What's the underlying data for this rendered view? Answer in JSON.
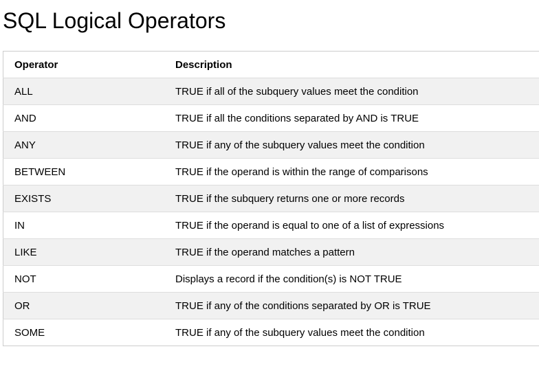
{
  "page": {
    "title": "SQL Logical Operators"
  },
  "table": {
    "headers": {
      "operator": "Operator",
      "description": "Description"
    },
    "rows": [
      {
        "operator": "ALL",
        "description": "TRUE if all of the subquery values meet the condition"
      },
      {
        "operator": "AND",
        "description": "TRUE if all the conditions separated by AND is TRUE"
      },
      {
        "operator": "ANY",
        "description": "TRUE if any of the subquery values meet the condition"
      },
      {
        "operator": "BETWEEN",
        "description": "TRUE if the operand is within the range of comparisons"
      },
      {
        "operator": "EXISTS",
        "description": "TRUE if the subquery returns one or more records"
      },
      {
        "operator": "IN",
        "description": "TRUE if the operand is equal to one of a list of expressions"
      },
      {
        "operator": "LIKE",
        "description": "TRUE if the operand matches a pattern"
      },
      {
        "operator": "NOT",
        "description": "Displays a record if the condition(s) is NOT TRUE"
      },
      {
        "operator": "OR",
        "description": "TRUE if any of the conditions separated by OR is TRUE"
      },
      {
        "operator": "SOME",
        "description": "TRUE if any of the subquery values meet the condition"
      }
    ]
  },
  "colors": {
    "row_stripe": "#f1f1f1",
    "row_plain": "#ffffff",
    "border": "#cccccc"
  }
}
